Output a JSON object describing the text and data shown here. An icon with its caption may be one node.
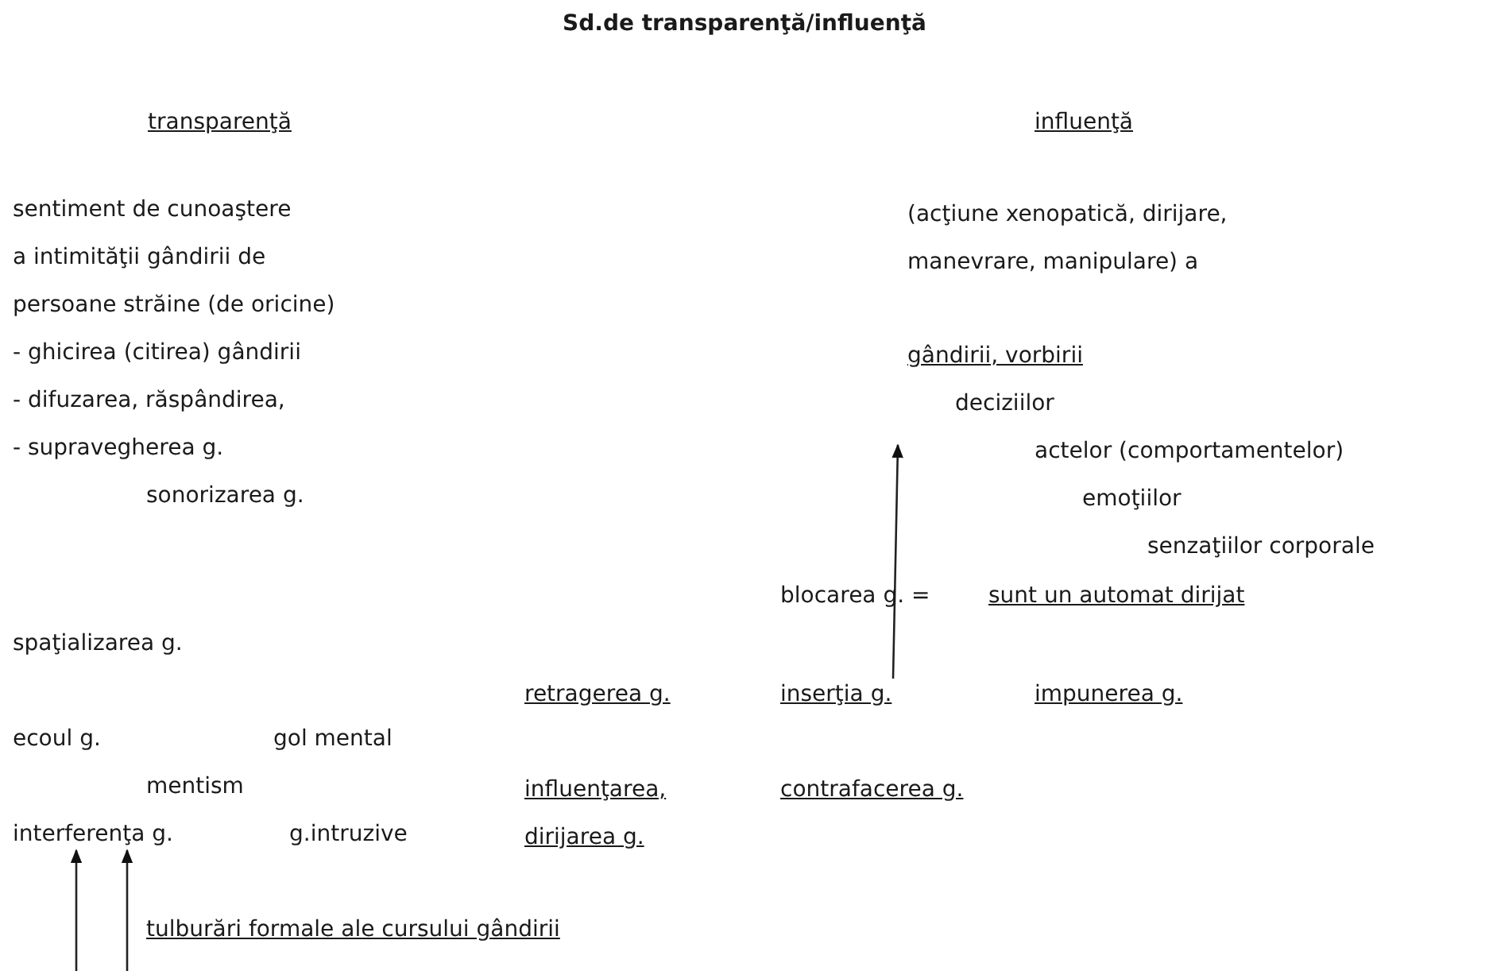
{
  "diagram": {
    "title": "Sd.de transparenţă/influenţă",
    "nodes": [
      {
        "text": [
          "inserţia g."
        ]
      },
      {
        "text": [
          "interferenţa g."
        ]
      }
    ],
    "edges": [
      {
        "from": 0,
        "to": null,
        "arrow": "to"
      },
      {
        "from": null,
        "to": 1,
        "arrow": "to"
      },
      {
        "from": null,
        "to": 1,
        "arrow": "to"
      }
    ],
    "labels": [
      "transparenţă",
      "influenţă",
      "sentiment de cunoaştere",
      "(acţiune xenopatică, dirijare,",
      "a intimităţii gândirii de",
      "manevrare, manipulare) a",
      "persoane străine (de oricine)",
      "- ghicirea (citirea) gândirii",
      "gândirii, vorbirii",
      "- difuzarea, răspândirea,",
      "deciziilor",
      "- supravegherea g.",
      "actelor (comportamentelor)",
      "sonorizarea g.",
      "emoţiilor",
      "senzaţiilor corporale",
      "blocarea g. =",
      "sunt un automat dirijat",
      "spaţializarea g.",
      "retragerea g.",
      "impunerea g.",
      "ecoul g.",
      "gol mental",
      "mentism",
      "influenţarea,",
      "contrafacerea g.",
      "g.intruzive",
      "dirijarea g.",
      "tulburări formale ale cursului gândirii"
    ]
  }
}
